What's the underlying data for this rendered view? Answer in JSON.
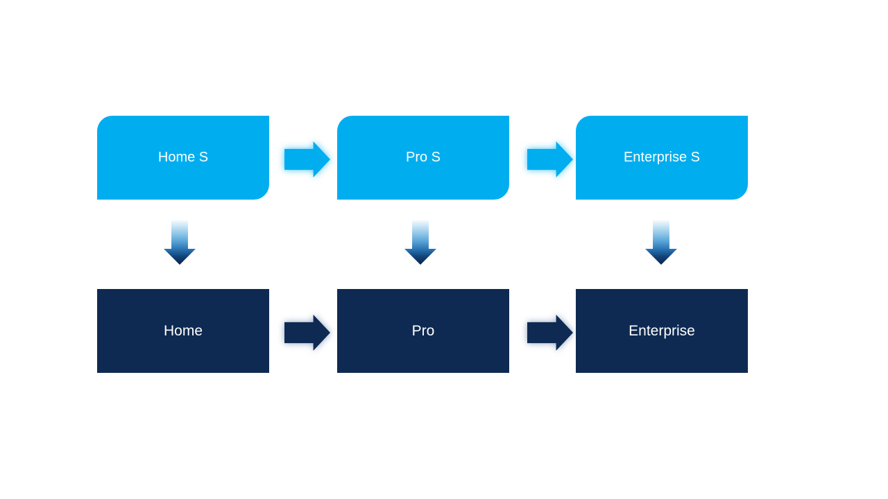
{
  "slide": {
    "background": "#ffffff",
    "type": "product-edition-flow-diagram"
  },
  "colors": {
    "light_blue": "#00aeef",
    "dark_navy": "#0e2a52",
    "label_text": "#ffffff",
    "down_arrow_gradient_top": "#f4fafd",
    "down_arrow_gradient_bottom": "#0d2a56"
  },
  "flow": {
    "top_row": {
      "shape": "rounded-diagonal-rectangle",
      "items": [
        {
          "label": "Home S"
        },
        {
          "label": "Pro S"
        },
        {
          "label": "Enterprise S"
        }
      ]
    },
    "bottom_row": {
      "shape": "rectangle",
      "items": [
        {
          "label": "Home"
        },
        {
          "label": "Pro"
        },
        {
          "label": "Enterprise"
        }
      ]
    },
    "connectors": {
      "top_horizontal": "right-arrow",
      "bottom_horizontal": "right-arrow",
      "vertical": "down-arrow-gradient"
    }
  }
}
